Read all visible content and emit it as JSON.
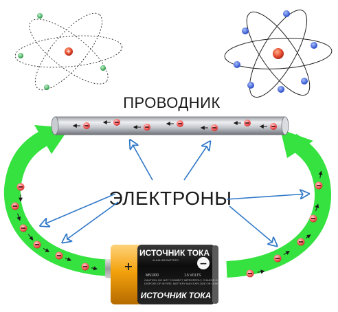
{
  "labels": {
    "conductor": "ПРОВОДНИК",
    "electrons": "ЭЛЕКТРОНЫ"
  },
  "battery": {
    "title_top": "ИСТОЧНИК ТОКА",
    "subtitle": "ALKALINE BATTERY",
    "model": "MN1300",
    "voltage": "1.5 VOLTS",
    "caution_1": "CAUTION: DO NOT CONNECT IMPROPERLY, CHARGE OR",
    "caution_2": "DISPOSE OF IN FIRE. BATTERY MAY EXPLODE OR LEAK.",
    "title_bottom": "ИСТОЧНИК ТОКА",
    "plus": "+",
    "minus": "−"
  },
  "colors": {
    "circuit_arrow": "#35e23f",
    "pointer": "#2f78c8",
    "electron": "#e53d3d",
    "battery_body": "#151515",
    "battery_cap": "#f3a20c",
    "nucleus": "#e5482e",
    "atom_left_particles": "#2fa84a",
    "atom_right_particles": "#2350d8"
  },
  "icons": {
    "atom_left": "atom-icon",
    "atom_right": "atom-icon",
    "battery": "battery-icon"
  }
}
